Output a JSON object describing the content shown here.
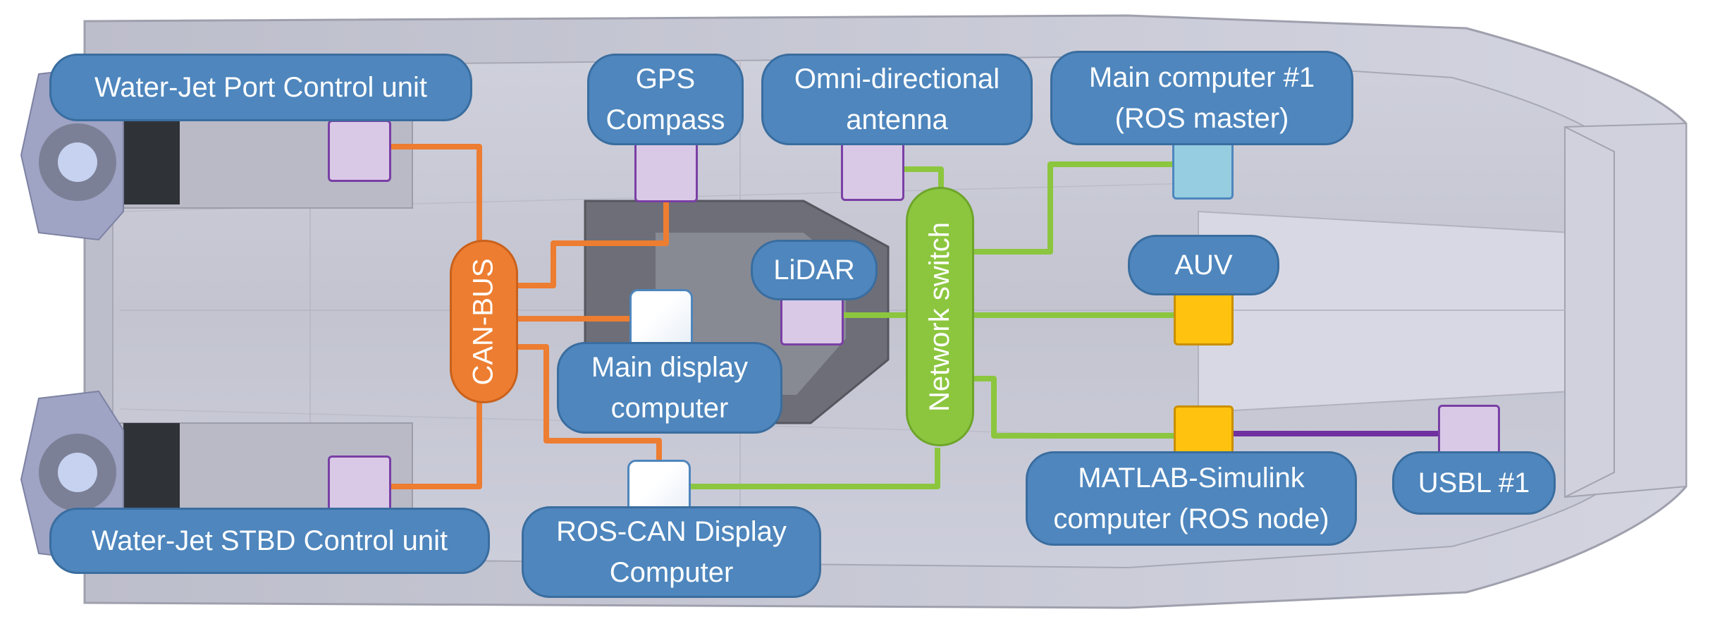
{
  "labels": {
    "waterjet_port": "Water-Jet Port Control unit",
    "waterjet_stbd": "Water-Jet STBD Control unit",
    "gps_line1": "GPS",
    "gps_line2": "Compass",
    "omni_line1": "Omni-directional",
    "omni_line2": "antenna",
    "main_computer_line1": "Main computer #1",
    "main_computer_line2": "(ROS master)",
    "lidar": "LiDAR",
    "auv": "AUV",
    "can_bus": "CAN-BUS",
    "network_switch": "Network switch",
    "main_display_line1": "Main display",
    "main_display_line2": "computer",
    "ros_can_line1": "ROS-CAN Display",
    "ros_can_line2": "Computer",
    "matlab_line1": "MATLAB-Simulink",
    "matlab_line2": "computer (ROS node)",
    "usbl": "USBL #1"
  },
  "colors": {
    "label_fill": "#4e86bd",
    "can_bus_line": "#ed7d31",
    "network_line": "#8cc63f",
    "usbl_link": "#7030a0",
    "device_purple": "#d9c9e6",
    "device_yellow": "#ffc20e",
    "device_cyan": "#96cde0"
  }
}
